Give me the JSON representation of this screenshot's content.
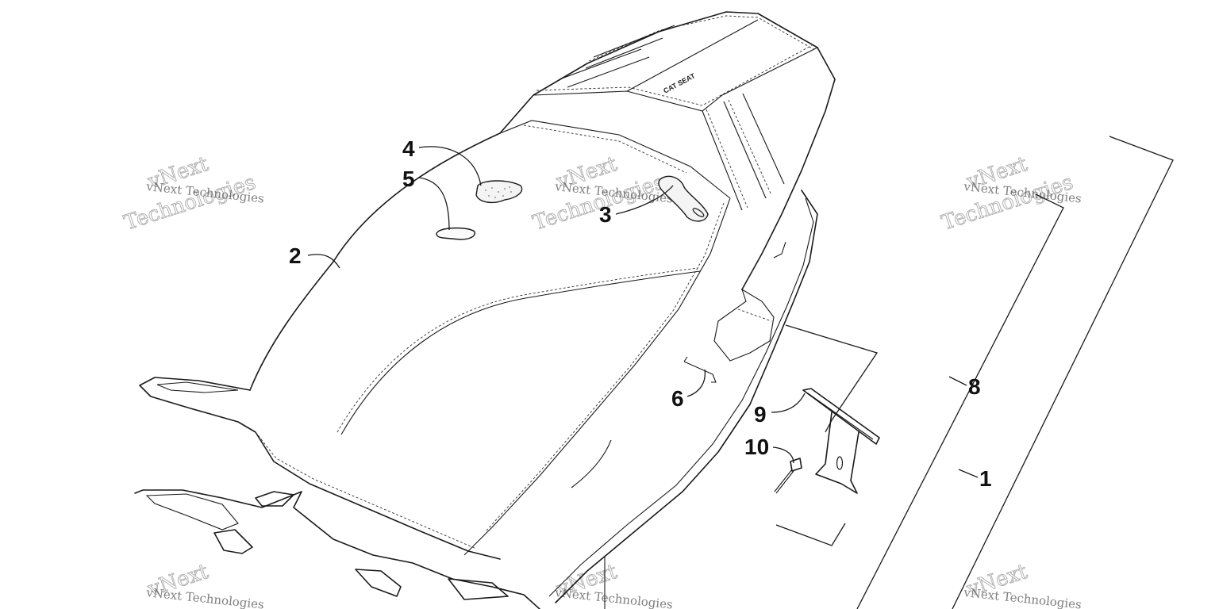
{
  "watermark": {
    "line1": "vNext Technologies",
    "line2a": "vNext",
    "line2b": "Technologies"
  },
  "callouts": {
    "c1": "1",
    "c2": "2",
    "c3": "3",
    "c4": "4",
    "c5": "5",
    "c6": "6",
    "c8": "8",
    "c9": "9",
    "c10": "10"
  },
  "seat_decal": {
    "text": "CAT\nSEAT",
    "color": "#111111"
  }
}
